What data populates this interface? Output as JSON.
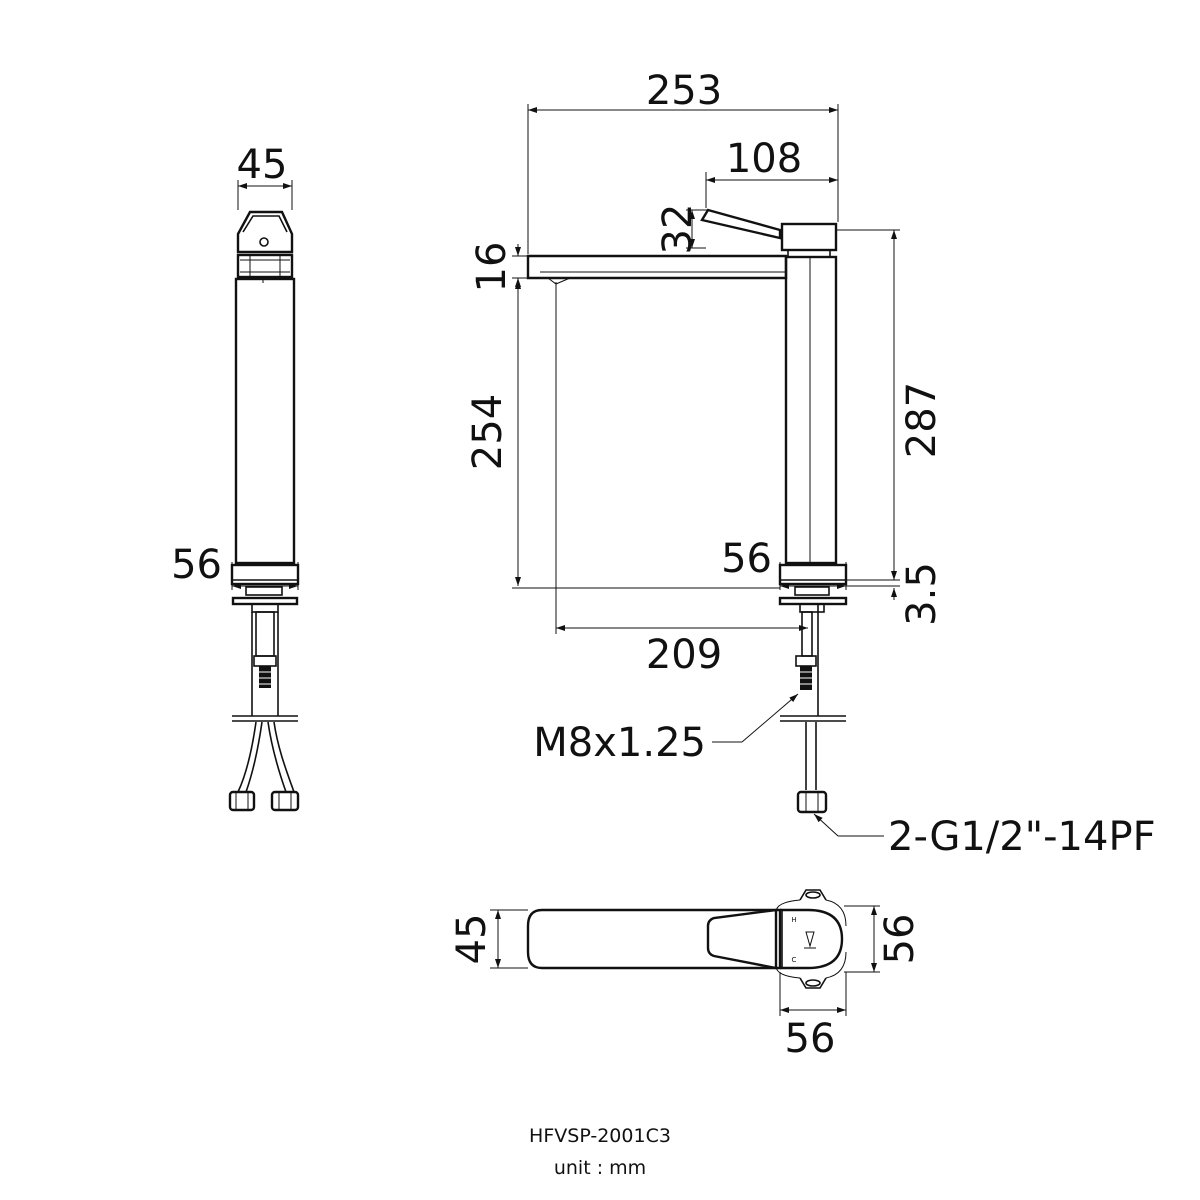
{
  "drawing": {
    "model": "HFVSP-2001C3",
    "unit_label": "unit : mm",
    "side_view": {
      "top_width": "45",
      "base_width": "56"
    },
    "front_view": {
      "overall_width": "253",
      "handle_width": "108",
      "handle_height": "32",
      "spout_thickness": "16",
      "spout_clearance": "254",
      "total_height": "287",
      "base_width": "56",
      "base_plate": "3.5",
      "spout_reach": "209",
      "stud_thread": "M8x1.25",
      "hose_connection": "2-G1/2\"-14PF"
    },
    "top_view": {
      "spout_width": "45",
      "base_depth": "56",
      "base_width": "56",
      "hot_mark": "H",
      "cold_mark": "C"
    }
  }
}
